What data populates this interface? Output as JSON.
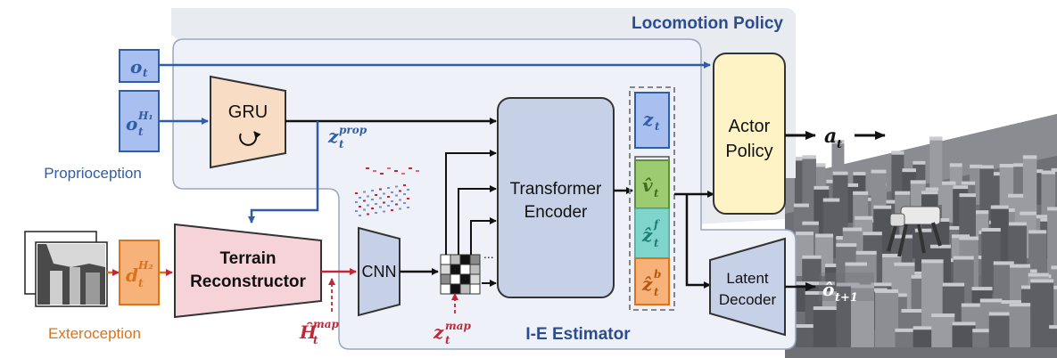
{
  "diagram": {
    "locomotion_policy_label": "Locomotion Policy",
    "estimator_label": "I-E Estimator",
    "proprioception_label": "Proprioception",
    "exteroception_label": "Exteroception",
    "gru_label": "GRU",
    "terrain_reconstructor_label_1": "Terrain",
    "terrain_reconstructor_label_2": "Reconstructor",
    "cnn_label": "CNN",
    "transformer_label_1": "Transformer",
    "transformer_label_2": "Encoder",
    "actor_label_1": "Actor",
    "actor_label_2": "Policy",
    "latent_decoder_label_1": "Latent",
    "latent_decoder_label_2": "Decoder",
    "ellipsis": "...",
    "symbols": {
      "o_t": "o",
      "o_t_sub": "t",
      "o_hist": "o",
      "o_hist_sub": "t",
      "o_hist_sup": "H₁",
      "d_hist": "d",
      "d_hist_sub": "t",
      "d_hist_sup": "H₂",
      "z_prop": "z",
      "z_prop_sub": "t",
      "z_prop_sup": "prop",
      "h_map": "Ĥ",
      "h_map_sub": "t",
      "h_map_sup": "map",
      "z_map": "z",
      "z_map_sub": "t",
      "z_map_sup": "map",
      "z_t": "z",
      "z_t_sub": "t",
      "v_t": "v̂",
      "v_t_sub": "t",
      "zf": "ẑ",
      "zf_sub": "t",
      "zf_sup": "f",
      "zb": "ẑ",
      "zb_sub": "t",
      "zb_sup": "b",
      "a_t": "a",
      "a_t_sub": "t",
      "o_next": "ô",
      "o_next_sub": "t+1"
    },
    "colors": {
      "proprio_blue": "#2f5da6",
      "extero_orange": "#d9731c",
      "map_red": "#c0283a",
      "panel_gray": "#e8ebef",
      "estimator_panel": "#eef1f7",
      "gru_fill": "#f8dcc4",
      "reconstructor_fill": "#f6d3d8",
      "encoder_fill": "#c6d0e6",
      "actor_fill": "#fdf3c4",
      "green_latent": "#9ccb72",
      "teal_latent": "#7fd4cb",
      "orange_latent": "#f7b27a",
      "blue_latent": "#a9bff0"
    }
  }
}
